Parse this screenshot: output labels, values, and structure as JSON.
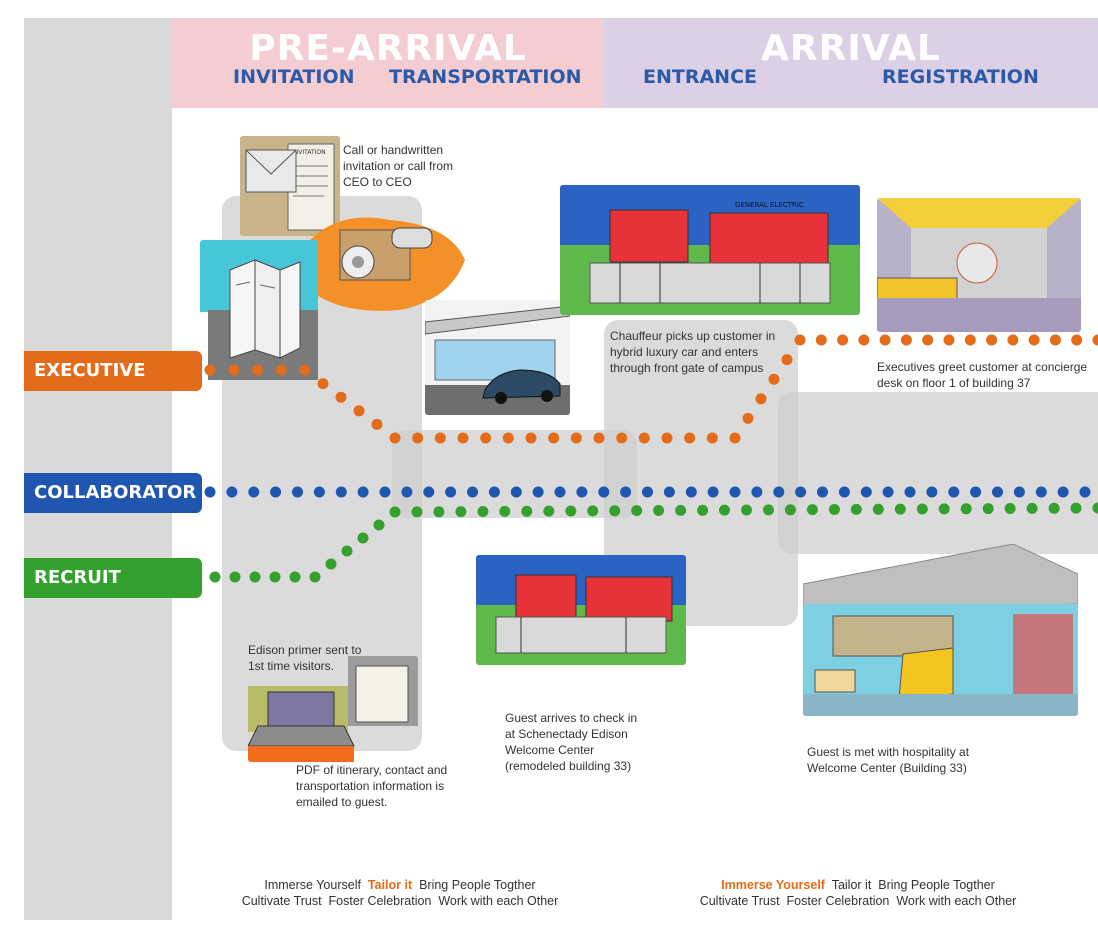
{
  "phases": {
    "pre_arrival": {
      "title": "PRE-ARRIVAL",
      "stages": [
        "INVITATION",
        "TRANSPORTATION"
      ]
    },
    "arrival": {
      "title": "ARRIVAL",
      "stages": [
        "ENTRANCE",
        "REGISTRATION"
      ]
    }
  },
  "personas": [
    {
      "label": "EXECUTIVE",
      "color": "#e36c1a"
    },
    {
      "label": "COLLABORATOR",
      "color": "#1f56b0"
    },
    {
      "label": "RECRUIT",
      "color": "#34a02e"
    }
  ],
  "captions": {
    "invitation_call": "Call or handwritten invitation or call from CEO to CEO",
    "chauffeur": "Chauffeur picks up customer in hybrid luxury car and enters through front gate of campus",
    "exec_greet": "Executives greet customer at concierge desk on floor 1 of building 37",
    "edison_primer": "Edison primer sent to 1st time visitors.",
    "pdf_itinerary": "PDF of itinerary, contact and transportation information is emailed to guest.",
    "guest_arrives": "Guest arrives to check in at  Schenectady Edison Welcome Center (remodeled building 33)",
    "guest_met": "Guest is met with hospitality at Welcome Center (Building 33)"
  },
  "sketch_labels": {
    "invitation_card": "INVITATION",
    "campus_sign": "GENERAL ELECTRIC"
  },
  "principles": {
    "left": {
      "line1": [
        "Immerse Yourself",
        "Tailor it",
        "Bring People Togther"
      ],
      "line2": [
        "Cultivate Trust",
        "Foster Celebration",
        "Work with each Other"
      ],
      "highlight": "Tailor it"
    },
    "right": {
      "line1": [
        "Immerse Yourself",
        "Tailor it",
        "Bring People Togther"
      ],
      "line2": [
        "Cultivate Trust",
        "Foster Celebration",
        "Work with each Other"
      ],
      "highlight": "Immerse Yourself"
    }
  },
  "colors": {
    "executive": "#e36c1a",
    "collaborator": "#1f56b0",
    "recruit": "#34a02e",
    "pre_arrival_band": "#f3cdd2",
    "arrival_band": "#dcd0e7",
    "stage_text": "#2b5aa8"
  }
}
